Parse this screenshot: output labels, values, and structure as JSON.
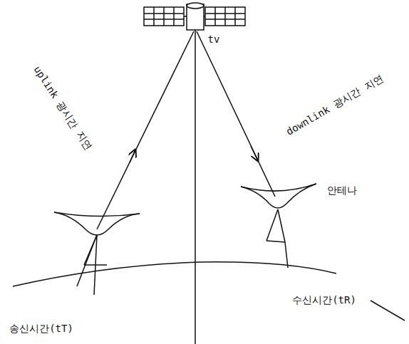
{
  "diagram": {
    "labels": [
      "tv",
      "uplink 광시간 지연",
      "downlink 광시간 지연",
      "안테나",
      "송신시간(tT)",
      "수신시간(tR)"
    ]
  }
}
